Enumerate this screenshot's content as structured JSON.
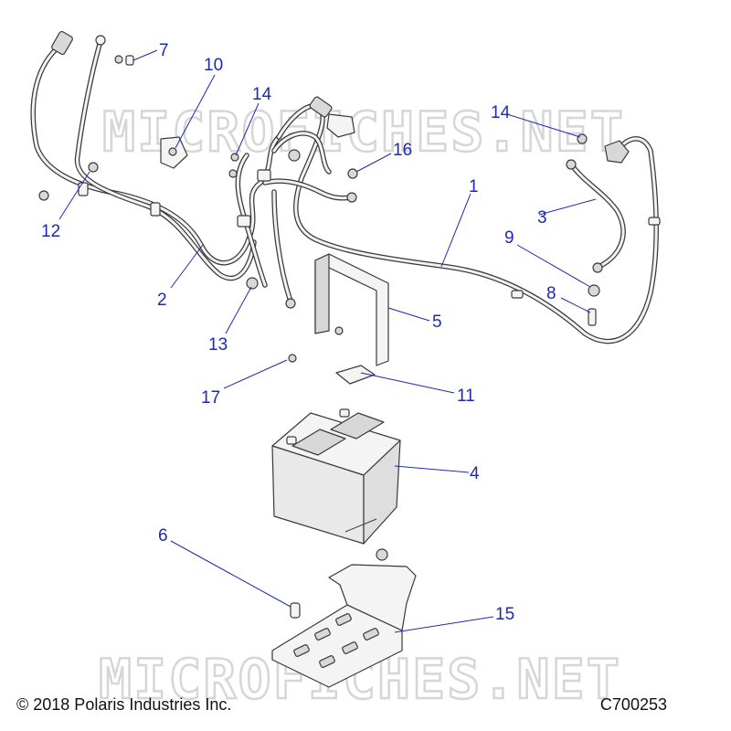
{
  "watermark": "MICROFICHES.NET",
  "footer": {
    "copyright": "© 2018 Polaris Industries Inc.",
    "drawing_id": "C700253"
  },
  "callouts": [
    {
      "id": "c1",
      "label": "1"
    },
    {
      "id": "c2",
      "label": "2"
    },
    {
      "id": "c3",
      "label": "3"
    },
    {
      "id": "c4",
      "label": "4"
    },
    {
      "id": "c5",
      "label": "5"
    },
    {
      "id": "c6",
      "label": "6"
    },
    {
      "id": "c7",
      "label": "7"
    },
    {
      "id": "c8",
      "label": "8"
    },
    {
      "id": "c9",
      "label": "9"
    },
    {
      "id": "c10",
      "label": "10"
    },
    {
      "id": "c11",
      "label": "11"
    },
    {
      "id": "c12",
      "label": "12"
    },
    {
      "id": "c13",
      "label": "13"
    },
    {
      "id": "c14a",
      "label": "14"
    },
    {
      "id": "c14b",
      "label": "14"
    },
    {
      "id": "c15",
      "label": "15"
    },
    {
      "id": "c16",
      "label": "16"
    },
    {
      "id": "c17",
      "label": "17"
    }
  ],
  "colors": {
    "callout": "#1c2bb0",
    "line": "#3a3a3a",
    "watermark": "#d6d6d6"
  }
}
